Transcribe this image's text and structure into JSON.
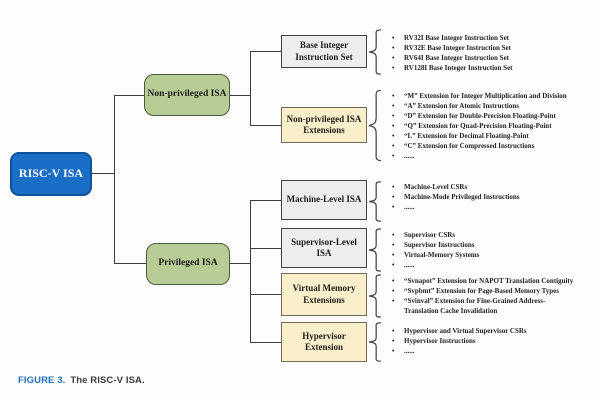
{
  "root": {
    "label": "RISC-V ISA"
  },
  "branches": [
    {
      "label": "Non-privileged ISA"
    },
    {
      "label": "Privileged ISA"
    }
  ],
  "sections": [
    {
      "title": "Base Integer Instruction Set",
      "style": "gray",
      "items": [
        "RV32I Base Integer Instruction Set",
        "RV32E Base Integer Instruction Set",
        "RV64I Base Integer Instruction Set",
        "RV128I Base Integer Instruction Set"
      ]
    },
    {
      "title": "Non-privileged ISA Extensions",
      "style": "yellow",
      "items": [
        "“M” Extension for Integer Multiplication and Division",
        "“A” Extension for Atomic Instructions",
        "“D” Extension for Double-Precision Floating-Point",
        "“Q” Extension for Quad-Precision Floating-Point",
        "“L” Extension for Decimal Floating-Point",
        "“C” Extension for Compressed Instructions",
        "......"
      ]
    },
    {
      "title": "Machine-Level ISA",
      "style": "gray",
      "items": [
        "Machine-Level CSRs",
        "Machine-Mode Privileged Instructions",
        "......"
      ]
    },
    {
      "title": "Supervisor-Level ISA",
      "style": "gray",
      "items": [
        "Supervisor CSRs",
        "Supervisor Instructions",
        "Virtual-Memory Systems",
        "......"
      ]
    },
    {
      "title": "Virtual Memory Extensions",
      "style": "yellow",
      "items": [
        "“Svnapot” Extension for NAPOT Translation Contiguity",
        "“Svpbmt” Extension for Page-Based Memory Types",
        "“Svinval” Extension for Fine-Grained Address-",
        "Translation Cache Invalidation"
      ]
    },
    {
      "title": "Hypervisor Extension",
      "style": "yellow",
      "items": [
        "Hypervisor and Virtual Supervisor CSRs",
        "Hypervisor Instructions",
        "......"
      ]
    }
  ],
  "caption": {
    "label": "FIGURE 3.",
    "text": "The RISC-V ISA."
  },
  "colors": {
    "root_fill": "#1b6ec5",
    "root_border": "#10519b",
    "branch_fill": "#b8cc95",
    "gray_fill": "#ededed",
    "yellow_fill": "#fbeeca",
    "line": "#3d3d3d",
    "caption_accent": "#2170b8"
  }
}
